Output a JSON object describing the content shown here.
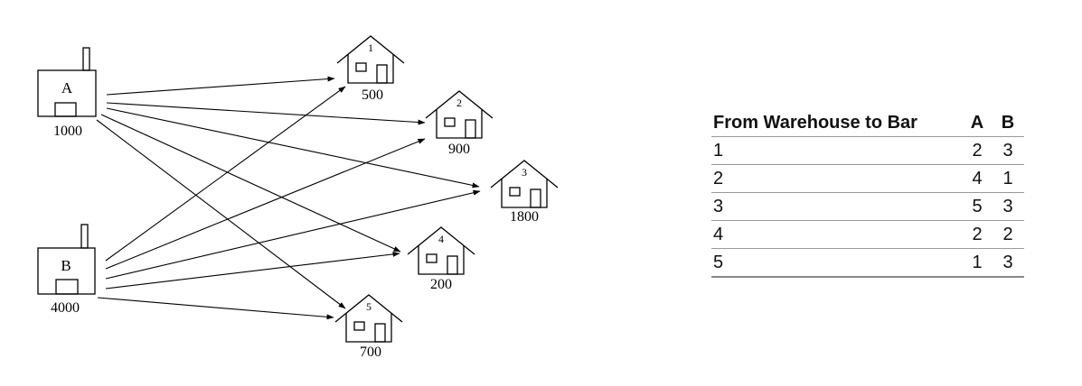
{
  "diagram": {
    "warehouses": [
      {
        "label": "A",
        "supply": "1000"
      },
      {
        "label": "B",
        "supply": "4000"
      }
    ],
    "bars": [
      {
        "label": "1",
        "demand": "500"
      },
      {
        "label": "2",
        "demand": "900"
      },
      {
        "label": "3",
        "demand": "1800"
      },
      {
        "label": "4",
        "demand": "200"
      },
      {
        "label": "5",
        "demand": "700"
      }
    ]
  },
  "table": {
    "headers": [
      "From Warehouse to Bar",
      "A",
      "B"
    ],
    "rows": [
      [
        "1",
        "2",
        "3"
      ],
      [
        "2",
        "4",
        "1"
      ],
      [
        "3",
        "5",
        "3"
      ],
      [
        "4",
        "2",
        "2"
      ],
      [
        "5",
        "1",
        "3"
      ]
    ]
  }
}
